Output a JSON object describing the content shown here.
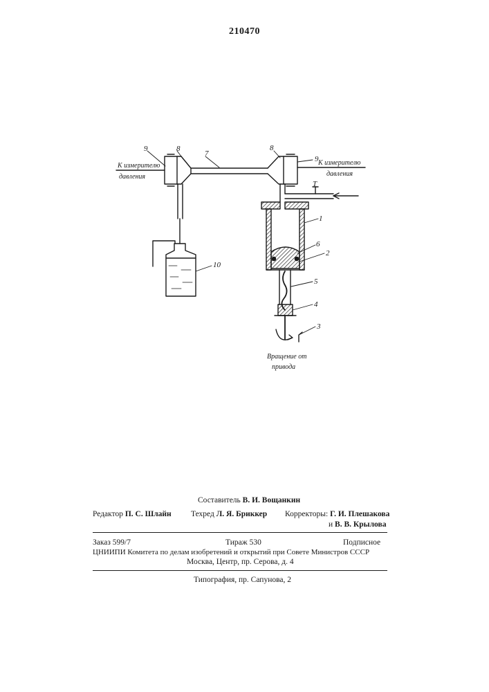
{
  "patent_number": "210470",
  "figure": {
    "callouts": {
      "c1": "1",
      "c2": "2",
      "c3": "3",
      "c4": "4",
      "c5": "5",
      "c6": "6",
      "c7": "7",
      "c8_left": "8",
      "c8_right": "8",
      "c9_left": "9",
      "c9_right": "9",
      "c10": "10"
    },
    "captions": {
      "left_line1": "К измерителю",
      "left_line2": "давления",
      "right_line1": "К измерителю",
      "right_line2": "давления",
      "rotation_line1": "Вращение от",
      "rotation_line2": "привода",
      "valve_mark": "T"
    }
  },
  "footer": {
    "compiler_label": "Составитель",
    "compiler_name": "В. И. Вощанкин",
    "editor_label": "Редактор",
    "editor_name": "П. С. Шлайн",
    "techred_label": "Техред",
    "techred_name": "Л. Я. Бриккер",
    "correctors_label": "Корректоры:",
    "corrector1": "Г. И. Плешакова",
    "corrector2_prefix": "и",
    "corrector2": "В. В. Крылова",
    "order": "Заказ 599/7",
    "print_run": "Тираж 530",
    "subscription": "Подписное",
    "institute": "ЦНИИПИ Комитета по делам изобретений и открытий при Совете Министров СССР",
    "address": "Москва, Центр, пр. Серова, д. 4",
    "printer": "Типография, пр. Сапунова, 2"
  }
}
